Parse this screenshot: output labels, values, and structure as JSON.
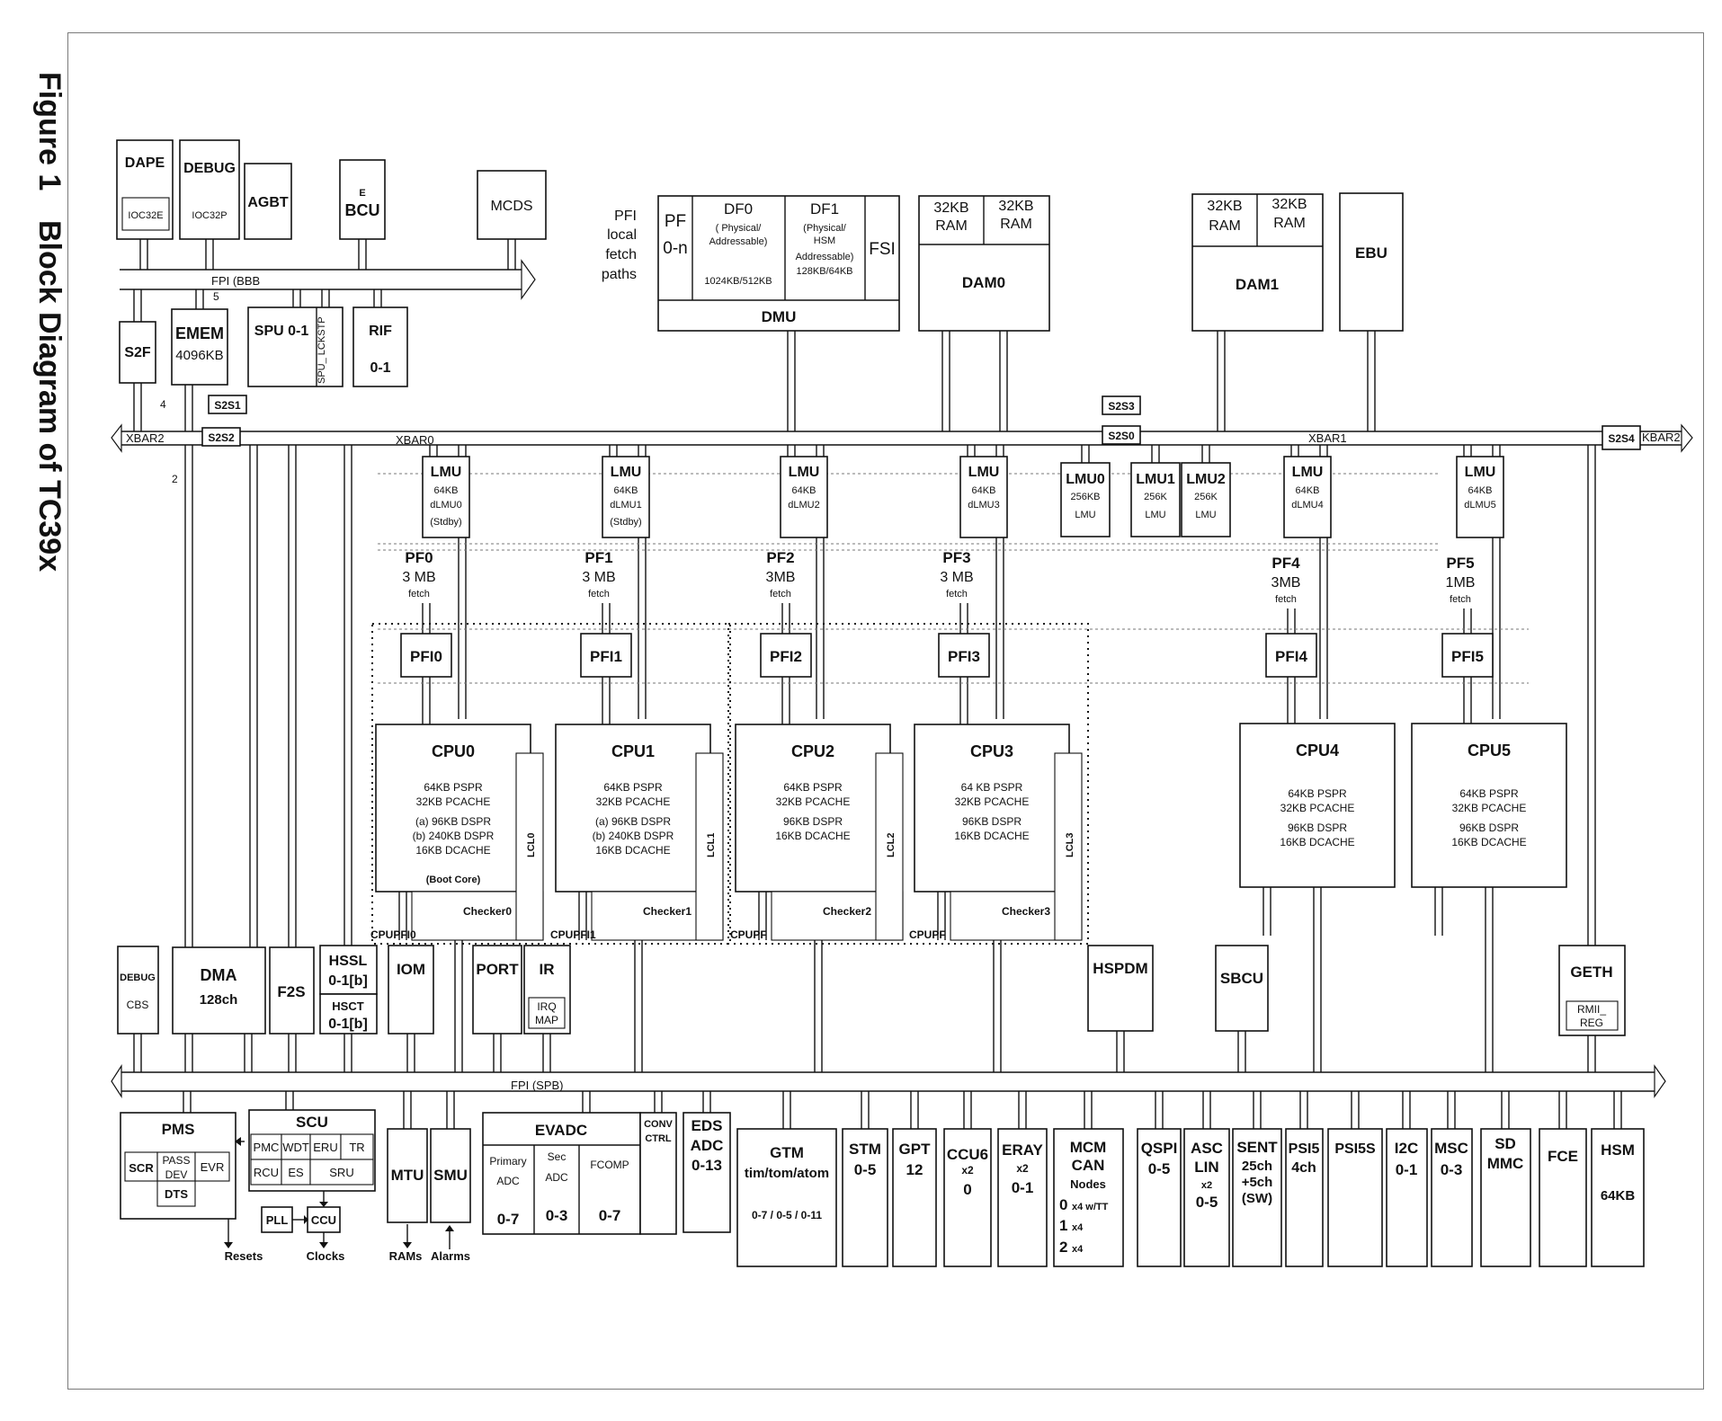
{
  "figure": {
    "number": "Figure 1",
    "title": "Block Diagram of TC39x"
  },
  "buses": {
    "fpi_bbb": "FPI (BBB",
    "xbar2_left": "XBAR2",
    "xbar0": "XBAR0",
    "xbar1": "XBAR1",
    "xbar2_right": "KBAR2",
    "fpi_spb": "FPI  (SPB)",
    "mark_5": "5",
    "mark_4": "4",
    "mark_2": "2"
  },
  "top": {
    "dape": {
      "title": "DAPE",
      "sub": "IOC32E"
    },
    "debug": {
      "title": "DEBUG",
      "sub": "IOC32P"
    },
    "agbt": "AGBT",
    "bcu": {
      "small": "E",
      "title": "BCU"
    },
    "mcds": "MCDS",
    "s2f": "S2F",
    "emem": {
      "title": "EMEM",
      "size": "4096KB"
    },
    "spu": {
      "title": "SPU 0-1",
      "side": "SPU_ LCKSTP"
    },
    "rif": {
      "title": "RIF",
      "sub": "0-1"
    },
    "s2s1": "S2S1",
    "s2s2": "S2S2",
    "s2s3": "S2S3",
    "s2s0": "S2S0",
    "s2s4": "S2S4"
  },
  "dmu": {
    "pfi_paths": [
      "PFI",
      "local",
      "fetch",
      "paths"
    ],
    "pf": [
      "PF",
      "0-n"
    ],
    "df0": {
      "title": "DF0",
      "l1": "( Physical/",
      "l2": "Addressable)",
      "size": "1024KB/512KB"
    },
    "df1": {
      "title": "DF1",
      "l1": "(Physical/",
      "l2": "HSM",
      "l3": "Addressable)",
      "size": "128KB/64KB"
    },
    "fsi": "FSI",
    "title": "DMU"
  },
  "dam0": {
    "ram_a": [
      "32KB",
      "RAM"
    ],
    "ram_b": [
      "32KB",
      "RAM"
    ],
    "title": "DAM0"
  },
  "dam1": {
    "ram_a": [
      "32KB",
      "RAM"
    ],
    "ram_b": [
      "32KB",
      "RAM"
    ],
    "title": "DAM1"
  },
  "ebu": "EBU",
  "dlmus": [
    {
      "title": "LMU",
      "size": "64KB",
      "name": "dLMU0",
      "note": "(Stdby)"
    },
    {
      "title": "LMU",
      "size": "64KB",
      "name": "dLMU1",
      "note": "(Stdby)"
    },
    {
      "title": "LMU",
      "size": "64KB",
      "name": "dLMU2",
      "note": ""
    },
    {
      "title": "LMU",
      "size": "64KB",
      "name": "dLMU3",
      "note": ""
    },
    {
      "title": "LMU",
      "size": "64KB",
      "name": "dLMU4",
      "note": ""
    },
    {
      "title": "LMU",
      "size": "64KB",
      "name": "dLMU5",
      "note": ""
    }
  ],
  "lmus": [
    {
      "title": "LMU0",
      "size": "256KB",
      "name": "LMU"
    },
    {
      "title": "LMU1",
      "size": "256K",
      "name": "LMU"
    },
    {
      "title": "LMU2",
      "size": "256K",
      "name": "LMU"
    }
  ],
  "pflash": [
    {
      "title": "PF0",
      "size": "3 MB",
      "sub": "fetch",
      "pfi": "PFI0"
    },
    {
      "title": "PF1",
      "size": "3 MB",
      "sub": "fetch",
      "pfi": "PFI1"
    },
    {
      "title": "PF2",
      "size": "3MB",
      "sub": "fetch",
      "pfi": "PFI2"
    },
    {
      "title": "PF3",
      "size": "3 MB",
      "sub": "fetch",
      "pfi": "PFI3"
    },
    {
      "title": "PF4",
      "size": "3MB",
      "sub": "fetch",
      "pfi": "PFI4"
    },
    {
      "title": "PF5",
      "size": "1MB",
      "sub": "fetch",
      "pfi": "PFI5"
    }
  ],
  "cpus": [
    {
      "title": "CPU0",
      "l1": "64KB  PSPR",
      "l2": "32KB  PCACHE",
      "l3": "(a) 96KB  DSPR",
      "l4": "(b) 240KB DSPR",
      "l5": "16KB DCACHE",
      "boot": "(Boot Core)",
      "checker": "Checker0",
      "lcl": "LCL0",
      "cpupf": "CPUPFI0"
    },
    {
      "title": "CPU1",
      "l1": "64KB  PSPR",
      "l2": "32KB  PCACHE",
      "l3": "(a) 96KB  DSPR",
      "l4": "(b) 240KB  DSPR",
      "l5": "16KB  DCACHE",
      "checker": "Checker1",
      "lcl": "LCL1",
      "cpupf": "CPUPFI1"
    },
    {
      "title": "CPU2",
      "l1": "64KB  PSPR",
      "l2": "32KB  PCACHE",
      "l3": "96KB  DSPR",
      "l4": "16KB  DCACHE",
      "checker": "Checker2",
      "lcl": "LCL2",
      "cpupf": "CPUPF"
    },
    {
      "title": "CPU3",
      "l1": "64 KB  PSPR",
      "l2": "32KB  PCACHE",
      "l3": "96KB  DSPR",
      "l4": "16KB  DCACHE",
      "checker": "Checker3",
      "lcl": "LCL3",
      "cpupf": "CPUPF"
    },
    {
      "title": "CPU4",
      "l1": "64KB  PSPR",
      "l2": "32KB  PCACHE",
      "l3": "96KB  DSPR",
      "l4": "16KB  DCACHE"
    },
    {
      "title": "CPU5",
      "l1": "64KB  PSPR",
      "l2": "32KB  PCACHE",
      "l3": "96KB  DSPR",
      "l4": "16KB  DCACHE"
    }
  ],
  "mid": {
    "debug_cbs": {
      "title": "DEBUG",
      "sub": "CBS"
    },
    "dma": {
      "title": "DMA",
      "sub": "128ch"
    },
    "f2s": "F2S",
    "hssl": {
      "title": "HSSL",
      "sub": "0-1[b]"
    },
    "hsct": {
      "title": "HSCT",
      "sub": "0-1[b]"
    },
    "iom": "IOM",
    "port": "PORT",
    "ir": {
      "title": "IR",
      "sub1": "IRQ",
      "sub2": "MAP"
    },
    "hspdm": "HSPDM",
    "sbcu": "SBCU",
    "geth": {
      "title": "GETH",
      "sub1": "RMII_",
      "sub2": "REG"
    }
  },
  "bottom": {
    "pms": {
      "title": "PMS",
      "scr": "SCR",
      "pass": [
        "PASS",
        "DEV"
      ],
      "evr": "EVR",
      "dts": "DTS"
    },
    "scu": {
      "title": "SCU",
      "pmc": "PMC",
      "wdt": "WDT",
      "eru": "ERU",
      "tr": "TR",
      "rcu": "RCU",
      "es": "ES",
      "sru": "SRU"
    },
    "pll": "PLL",
    "ccu": "CCU",
    "resets": "Resets",
    "clocks": "Clocks",
    "mtu": "MTU",
    "smu": "SMU",
    "rams": "RAMs",
    "alarms": "Alarms",
    "evadc": {
      "title": "EVADC",
      "primary": [
        "Primary",
        "ADC"
      ],
      "sec": [
        "Sec",
        "ADC"
      ],
      "fcomp": "FCOMP",
      "r1": "0-7",
      "r2": "0-3",
      "r3": "0-7"
    },
    "conv": [
      "CONV",
      "CTRL"
    ],
    "eds": [
      "EDS",
      "ADC",
      "0-13"
    ],
    "gtm": {
      "title": "GTM",
      "sub": "tim/tom/atom",
      "range": "0-7 / 0-5 / 0-11"
    },
    "stm": [
      "STM",
      "0-5"
    ],
    "gpt": [
      "GPT",
      "12"
    ],
    "ccu6": {
      "title": "CCU6",
      "x": "x2",
      "sub": "0"
    },
    "eray": {
      "title": "ERAY",
      "x": "x2",
      "sub": "0-1"
    },
    "mcmcan": {
      "t1": "MCM",
      "t2": "CAN",
      "nodes": "Nodes",
      "n0": "0",
      "n0x": "x4 w/TT",
      "n1": "1",
      "n1x": "x4",
      "n2": "2",
      "n2x": "x4"
    },
    "qspi": [
      "QSPI",
      "0-5"
    ],
    "asclin": {
      "t1": "ASC",
      "t2": "LIN",
      "x": "x2",
      "sub": "0-5"
    },
    "sent": [
      "SENT",
      "25ch",
      "+5ch",
      "(SW)"
    ],
    "psi5": [
      "PSI5",
      "4ch"
    ],
    "psi5s": "PSI5S",
    "i2c": [
      "I2C",
      "0-1"
    ],
    "msc": [
      "MSC",
      "0-3"
    ],
    "sdmmc": [
      "SD",
      "MMC"
    ],
    "fce": "FCE",
    "hsm": [
      "HSM",
      "64KB"
    ]
  }
}
